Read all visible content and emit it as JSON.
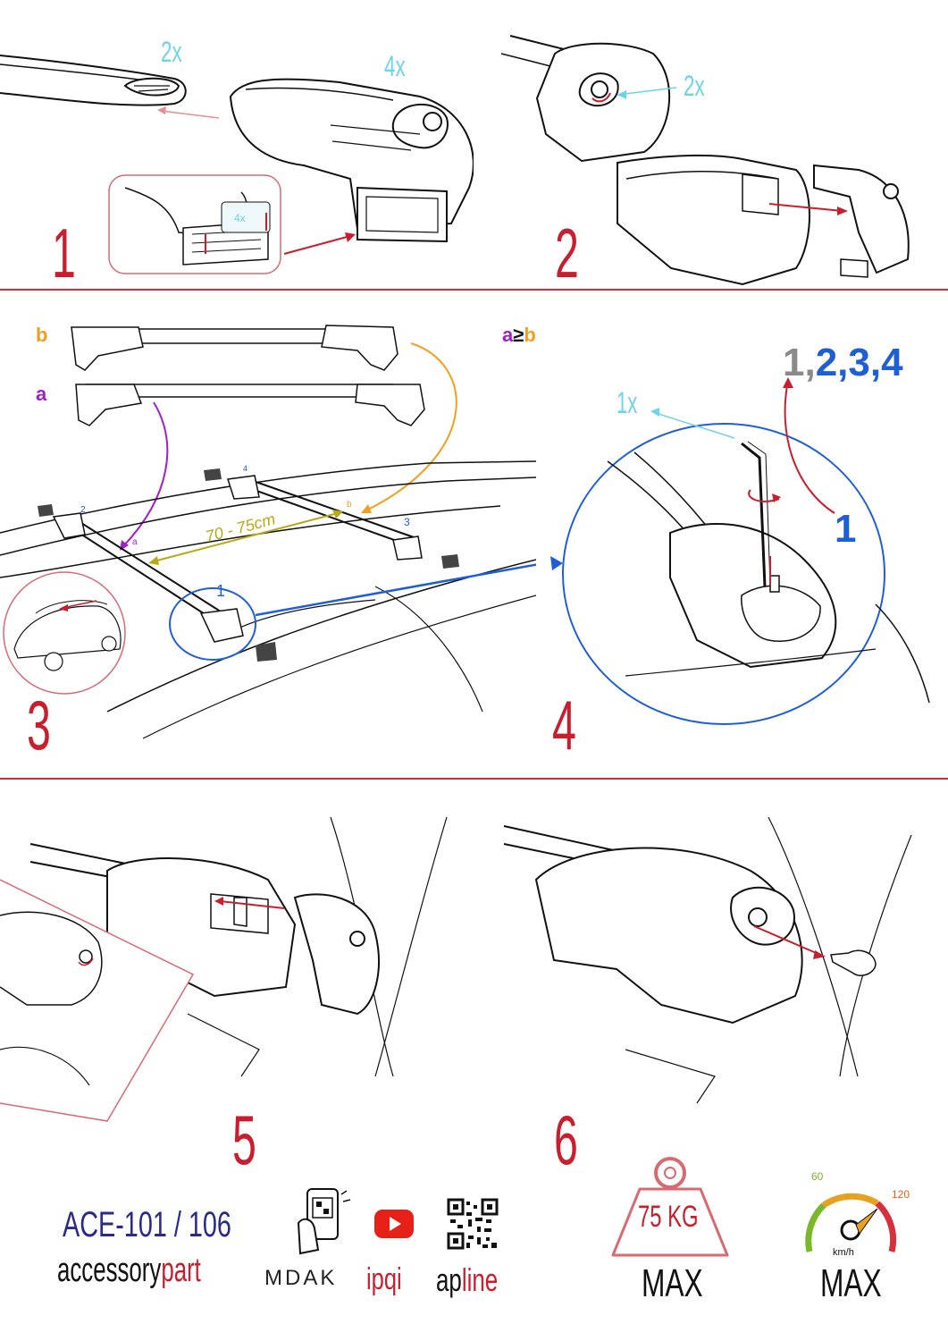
{
  "steps": {
    "s1": {
      "number": "1",
      "qty_bar": "2x",
      "qty_foot": "4x",
      "qty_pad": "4x"
    },
    "s2": {
      "number": "2",
      "qty_screw": "2x"
    },
    "s3": {
      "number": "3",
      "label_b": "b",
      "label_a": "a",
      "ineq_a": "a",
      "ineq_sym": "≥",
      "ineq_b": "b",
      "distance": "70 - 75cm",
      "foot_labels": [
        "1",
        "2",
        "3",
        "4"
      ],
      "bar_a_mark": "a",
      "bar_b_mark": "b"
    },
    "s4": {
      "number": "4",
      "qty_key": "1x",
      "sequence_gray": "1,",
      "sequence_blue": "2,3,4",
      "first": "1"
    },
    "s5": {
      "number": "5"
    },
    "s6": {
      "number": "6"
    }
  },
  "footer": {
    "model": "ACE-101 / 106",
    "brand_a": "accessory",
    "brand_b": "part",
    "logo_mdak": "MDAK",
    "logo_ipqi": "ipqi",
    "logo_apline_a": "ap",
    "logo_apline_b": "line",
    "weight_value": "75 KG",
    "weight_max": "MAX",
    "speed_low": "60",
    "speed_high": "120",
    "speed_unit": "km/h",
    "speed_max": "MAX"
  },
  "colors": {
    "accent": "#c81e2e",
    "cyan": "#6fd3e8",
    "blue": "#1f5fd6",
    "purple": "#a020c8",
    "orange": "#f0a020",
    "olive": "#b8a817",
    "navy": "#2a2a8a"
  }
}
